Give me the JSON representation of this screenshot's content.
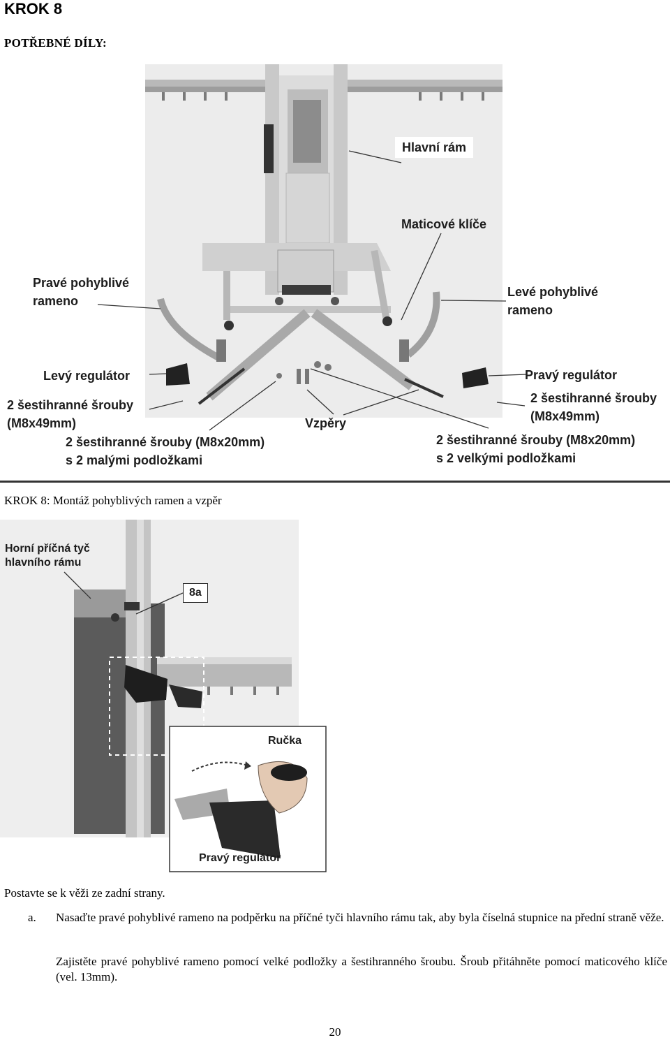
{
  "header": {
    "step": "KROK 8",
    "parts_heading": "POTŘEBNÉ DÍLY:"
  },
  "parts_figure": {
    "labels": {
      "main_frame": "Hlavní rám",
      "wrenches": "Maticové klíče",
      "right_arm": [
        "Pravé pohyblivé",
        "rameno"
      ],
      "left_arm": [
        "Levé pohyblivé",
        "rameno"
      ],
      "left_regulator": "Levý regulátor",
      "right_regulator": "Pravý regulátor",
      "bolts_m8x49_left": [
        "2 šestihranné šrouby",
        "(M8x49mm)"
      ],
      "bolts_m8x49_right": [
        "2 šestihranné šrouby",
        "(M8x49mm)"
      ],
      "struts": "Vzpěry",
      "bolts_m8x20_small": [
        "2 šestihranné šrouby (M8x20mm)",
        "s 2 malými podložkami"
      ],
      "bolts_m8x20_large": [
        "2 šestihranné šrouby (M8x20mm)",
        "s 2 velkými podložkami"
      ]
    }
  },
  "step_title": "KROK 8: Montáž pohyblivých ramen a vzpěr",
  "detail_figure": {
    "labels": {
      "crossbar": [
        "Horní příčná tyč",
        "hlavního rámu"
      ],
      "step_ref": "8a",
      "handle": "Ručka",
      "right_regulator": "Pravý regulátor"
    }
  },
  "instructions": {
    "intro": "Postavte se k věži ze zadní strany.",
    "item_label": "a.",
    "item_text_1": "Nasaďte pravé pohyblivé rameno na podpěrku na příčné tyči hlavního rámu tak, aby byla číselná stupnice na přední straně věže.",
    "item_text_2": "Zajistěte pravé pohyblivé rameno pomocí velké podložky a šestihranného šroubu. Šroub přitáhněte pomocí maticového klíče (vel. 13mm)."
  },
  "page_number": "20"
}
